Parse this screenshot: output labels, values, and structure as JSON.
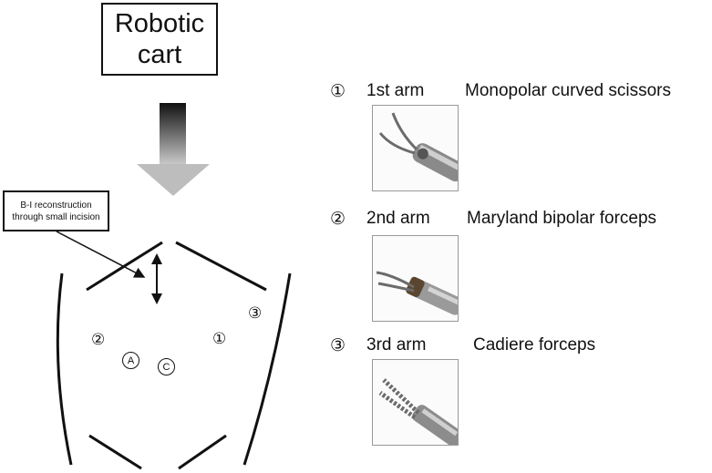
{
  "robotic_cart": {
    "line1": "Robotic",
    "line2": "cart"
  },
  "reconstruction_note": {
    "line1": "B-I reconstruction",
    "line2": "through small incision"
  },
  "ports": {
    "arm1": "①",
    "arm2": "②",
    "arm3": "③",
    "assistant": "A",
    "camera": "C"
  },
  "arms": [
    {
      "number": "①",
      "name": "1st arm",
      "instrument": "Monopolar curved scissors",
      "icon": "scissors-icon"
    },
    {
      "number": "②",
      "name": "2nd arm",
      "instrument": "Maryland bipolar forceps",
      "icon": "maryland-forceps-icon"
    },
    {
      "number": "③",
      "name": "3rd arm",
      "instrument": "Cadiere forceps",
      "icon": "cadiere-forceps-icon"
    }
  ],
  "colors": {
    "line": "#111111",
    "arrow_dark": "#111111",
    "arrow_light": "#c8c8c8"
  }
}
